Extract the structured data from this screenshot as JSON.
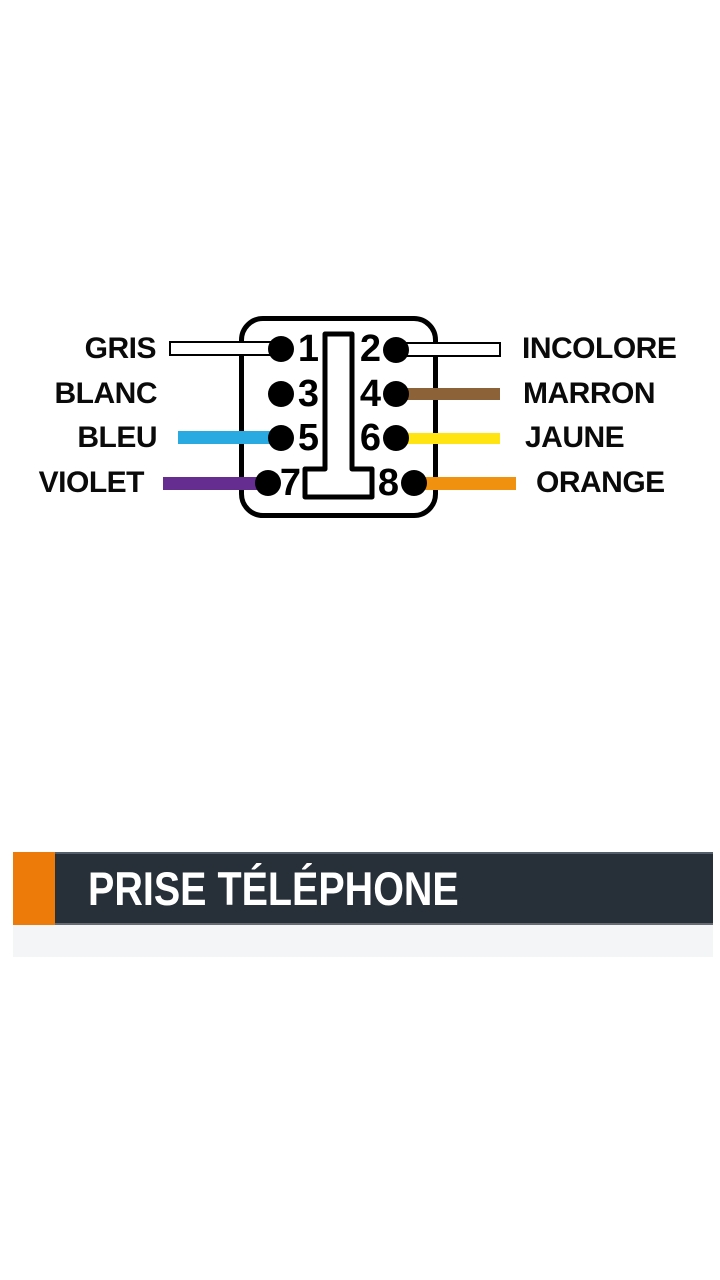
{
  "diagram": {
    "connector": {
      "body_color": "#ffffff",
      "outline_color": "#000000",
      "pin_color": "#000000"
    },
    "left_rows": [
      {
        "label": "GRIS",
        "color": "#b5b5b5",
        "pin": "1"
      },
      {
        "label": "BLANC",
        "color": "#ffffff",
        "pin": "3"
      },
      {
        "label": "BLEU",
        "color": "#29abe2",
        "pin": "5"
      },
      {
        "label": "VIOLET",
        "color": "#662d91",
        "pin": "7"
      }
    ],
    "right_rows": [
      {
        "label": "INCOLORE",
        "color": "#ffffff",
        "pin": "2"
      },
      {
        "label": "MARRON",
        "color": "#8c6239",
        "pin": "4"
      },
      {
        "label": "JAUNE",
        "color": "#ffe412",
        "pin": "6"
      },
      {
        "label": "ORANGE",
        "color": "#f0920f",
        "pin": "8"
      }
    ]
  },
  "footer": {
    "title": "PRISE TÉLÉPHONE",
    "accent_color": "#ed7b0a",
    "bar_color": "#273039",
    "strip_color": "#f4f5f7"
  }
}
